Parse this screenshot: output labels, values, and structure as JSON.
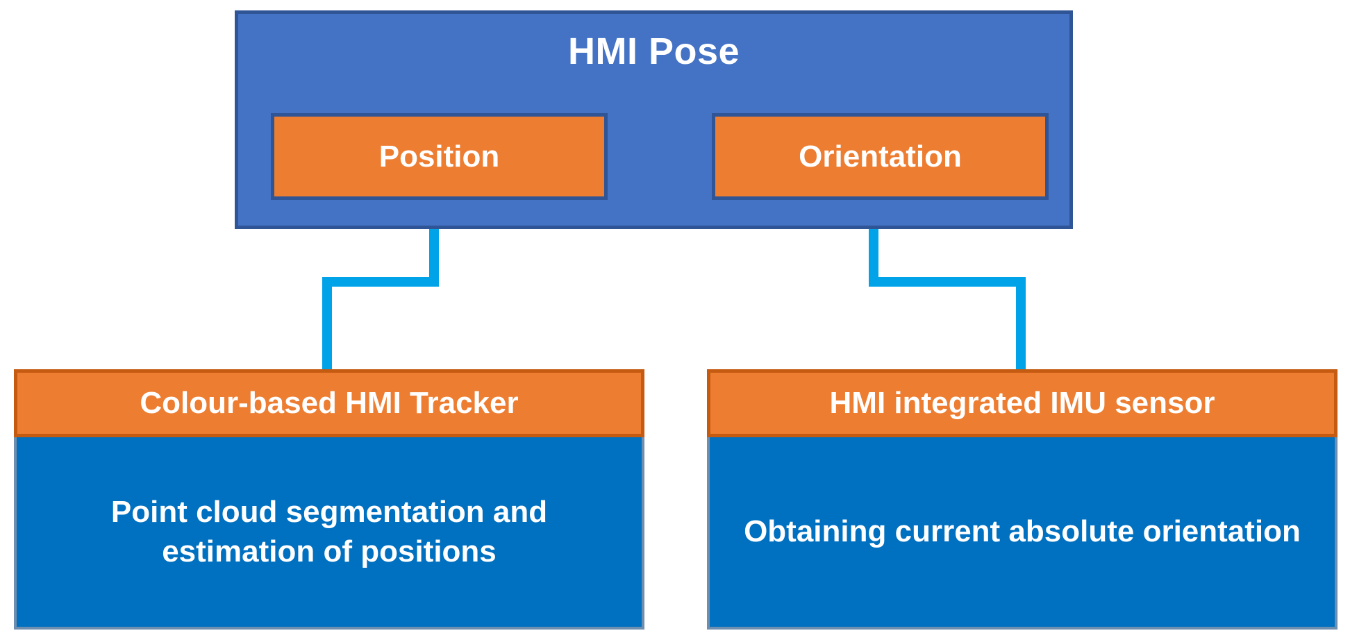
{
  "diagram": {
    "title": "HMI Pose estimation block diagram",
    "background_color": "#FFFFFF",
    "colors": {
      "pose_fill": "#4472C4",
      "pose_border": "#2F5597",
      "accent_orange": "#ED7D31",
      "orange_border": "#C55A11",
      "body_blue": "#0070C0",
      "body_border": "#6E8FAF",
      "connector": "#00A2E8",
      "text": "#FFFFFF"
    },
    "pose": {
      "title": "HMI Pose",
      "outputs": [
        {
          "label": "Position"
        },
        {
          "label": "Orientation"
        }
      ]
    },
    "sources": [
      {
        "header": "Colour-based HMI Tracker",
        "body": "Point cloud segmentation and estimation of positions"
      },
      {
        "header": "HMI integrated IMU sensor",
        "body": "Obtaining current absolute orientation"
      }
    ],
    "connectors": [
      {
        "from": "Colour-based HMI Tracker",
        "to": "Position",
        "style": "elbow-arrow-up"
      },
      {
        "from": "HMI integrated IMU sensor",
        "to": "Orientation",
        "style": "elbow-arrow-up"
      }
    ]
  }
}
